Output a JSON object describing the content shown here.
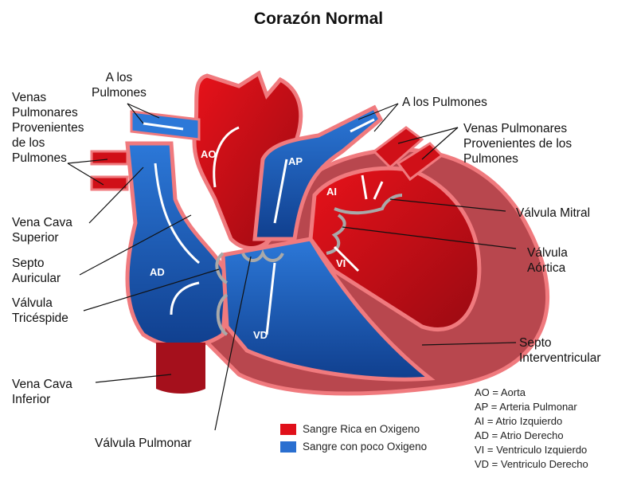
{
  "title": "Corazón Normal",
  "labels": {
    "a_los_pulmones_left": "A los\nPulmones",
    "venas_pulmonares_left": "Venas\nPulmonares\nProvenientes\nde los\nPulmones",
    "a_los_pulmones_right": "A los Pulmones",
    "venas_pulmonares_right": "Venas Pulmonares\nProvenientes de los\nPulmones",
    "vena_cava_superior": "Vena Cava\nSuperior",
    "septo_auricular": "Septo\nAuricular",
    "valvula_tricuspide": "Válvula\nTricéspide",
    "vena_cava_inferior": "Vena Cava\nInferior",
    "valvula_pulmonar": "Válvula Pulmonar",
    "valvula_mitral": "Válvula Mitral",
    "valvula_aortica": "Válvula\nAórtica",
    "septo_interventricular": "Septo\nInterventricular"
  },
  "chambers": {
    "ao": "AO",
    "ap": "AP",
    "ai": "AI",
    "ad": "AD",
    "vi": "VI",
    "vd": "VD"
  },
  "legend": [
    {
      "label": "Sangre Rica en Oxigeno",
      "color": "#e0101a"
    },
    {
      "label": "Sangre con poco Oxigeno",
      "color": "#2a6fd0"
    }
  ],
  "abbreviations": [
    "AO = Aorta",
    "AP = Arteria Pulmonar",
    "AI = Atrio Izquierdo",
    "AD = Atrio Derecho",
    "VI = Ventriculo Izquierdo",
    "VD = Ventriculo Derecho"
  ],
  "colors": {
    "oxygen_rich": "#e0101a",
    "oxygen_poor": "#2a6fd0",
    "muscle": "#b8474e",
    "outline": "#f07a7e",
    "valve": "#a9a9a9"
  }
}
